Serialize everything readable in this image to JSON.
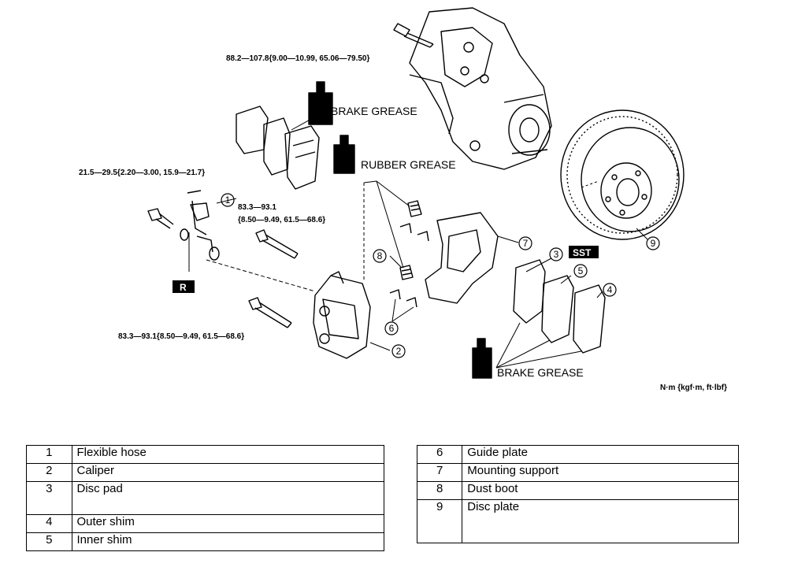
{
  "diagram": {
    "torque_labels": {
      "knuckle_bolt": "88.2—107.8{9.00—10.99, 65.06—79.50}",
      "hose_bolt": "21.5—29.5{2.20—3.00, 15.9—21.7}",
      "guide_bolt_upper_1": "83.3—93.1",
      "guide_bolt_upper_2": "{8.50—9.49, 61.5—68.6}",
      "guide_bolt_lower": "83.3—93.1{8.50—9.49, 61.5—68.6}"
    },
    "grease_labels": {
      "brake_grease_top": "BRAKE GREASE",
      "rubber_grease": "RUBBER GREASE",
      "brake_grease_bottom": "BRAKE GREASE"
    },
    "can_text": "GREASE",
    "tags": {
      "r": "R",
      "sst": "SST"
    },
    "callouts": [
      "1",
      "2",
      "3",
      "4",
      "5",
      "6",
      "7",
      "8",
      "9"
    ],
    "unit_note": "N·m {kgf·m, ft·lbf}"
  },
  "legend": {
    "left": [
      {
        "num": "1",
        "name": "Flexible hose"
      },
      {
        "num": "2",
        "name": "Caliper"
      },
      {
        "num": "3",
        "name": "Disc pad"
      },
      {
        "num": "4",
        "name": "Outer shim"
      },
      {
        "num": "5",
        "name": "Inner shim"
      }
    ],
    "right": [
      {
        "num": "6",
        "name": "Guide plate"
      },
      {
        "num": "7",
        "name": "Mounting support"
      },
      {
        "num": "8",
        "name": "Dust boot"
      },
      {
        "num": "9",
        "name": "Disc plate"
      }
    ]
  }
}
